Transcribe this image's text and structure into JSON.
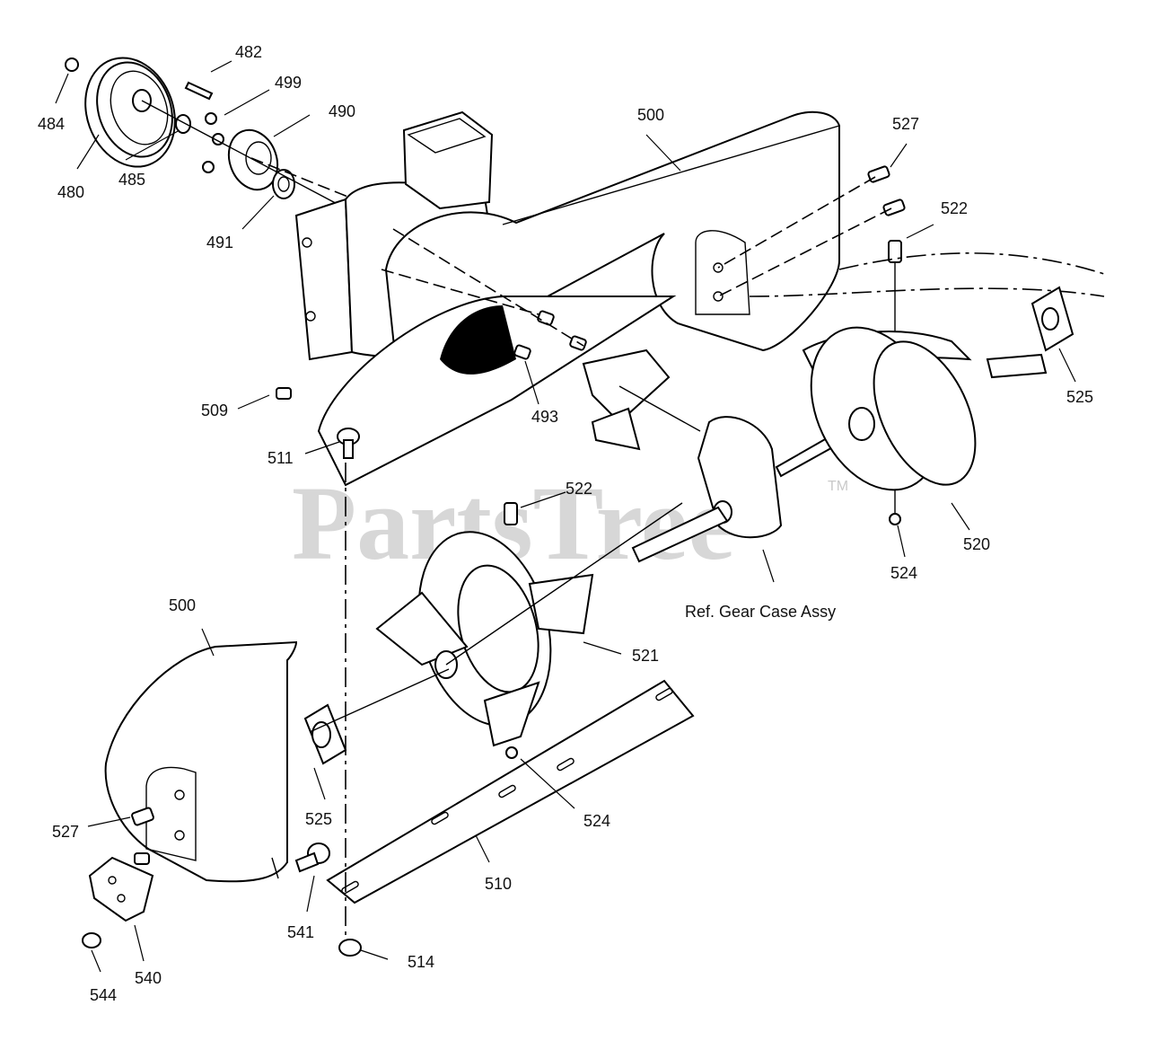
{
  "watermark": {
    "text": "PartsTree",
    "tm": "TM"
  },
  "labels": {
    "l482": "482",
    "l499": "499",
    "l490": "490",
    "l484": "484",
    "l480": "480",
    "l485": "485",
    "l491": "491",
    "l500_top": "500",
    "l527_top": "527",
    "l522_top": "522",
    "l525_right": "525",
    "l520": "520",
    "l524_right": "524",
    "l509": "509",
    "l511": "511",
    "l493": "493",
    "l522_mid": "522",
    "l521": "521",
    "l500_bottom": "500",
    "l525_bottom": "525",
    "l524_bottom": "524",
    "l527_bottom": "527",
    "l510": "510",
    "l541": "541",
    "l540": "540",
    "l544": "544",
    "l514": "514"
  },
  "reference": {
    "gear_case": "Ref. Gear Case Assy"
  }
}
